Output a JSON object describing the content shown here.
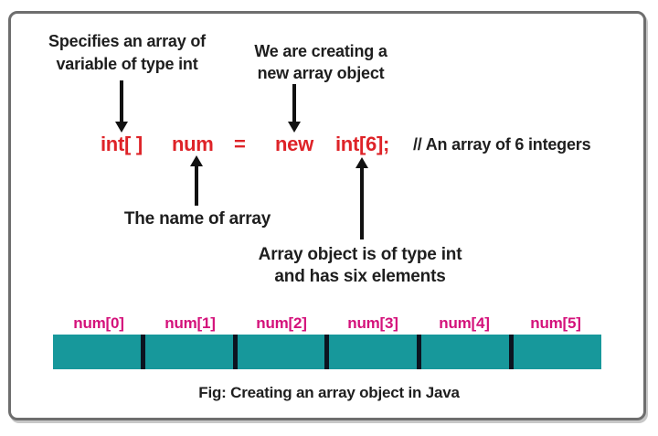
{
  "figure": {
    "caption": "Fig: Creating an array object in Java"
  },
  "annotations": {
    "array_type": {
      "line1": "Specifies an array of",
      "line2": "variable of type int"
    },
    "new_object": {
      "line1": "We are creating a",
      "line2": "new array object"
    },
    "array_name": "The name of array",
    "array_object": {
      "line1": "Array object is of type int",
      "line2": "and has six elements"
    }
  },
  "code": {
    "tokens": [
      "int[ ]",
      "num",
      "=",
      "new",
      "int[6];"
    ],
    "comment": "// An array of 6 integers"
  },
  "array_diagram": {
    "cells": [
      "num[0]",
      "num[1]",
      "num[2]",
      "num[3]",
      "num[4]",
      "num[5]"
    ]
  },
  "colors": {
    "code_red": "#de2328",
    "label_magenta": "#d4127b",
    "cell_teal": "#17989b",
    "divider_black": "#0c1420",
    "text_black": "#1e1e1e",
    "frame_gray": "#6e6e6e"
  }
}
